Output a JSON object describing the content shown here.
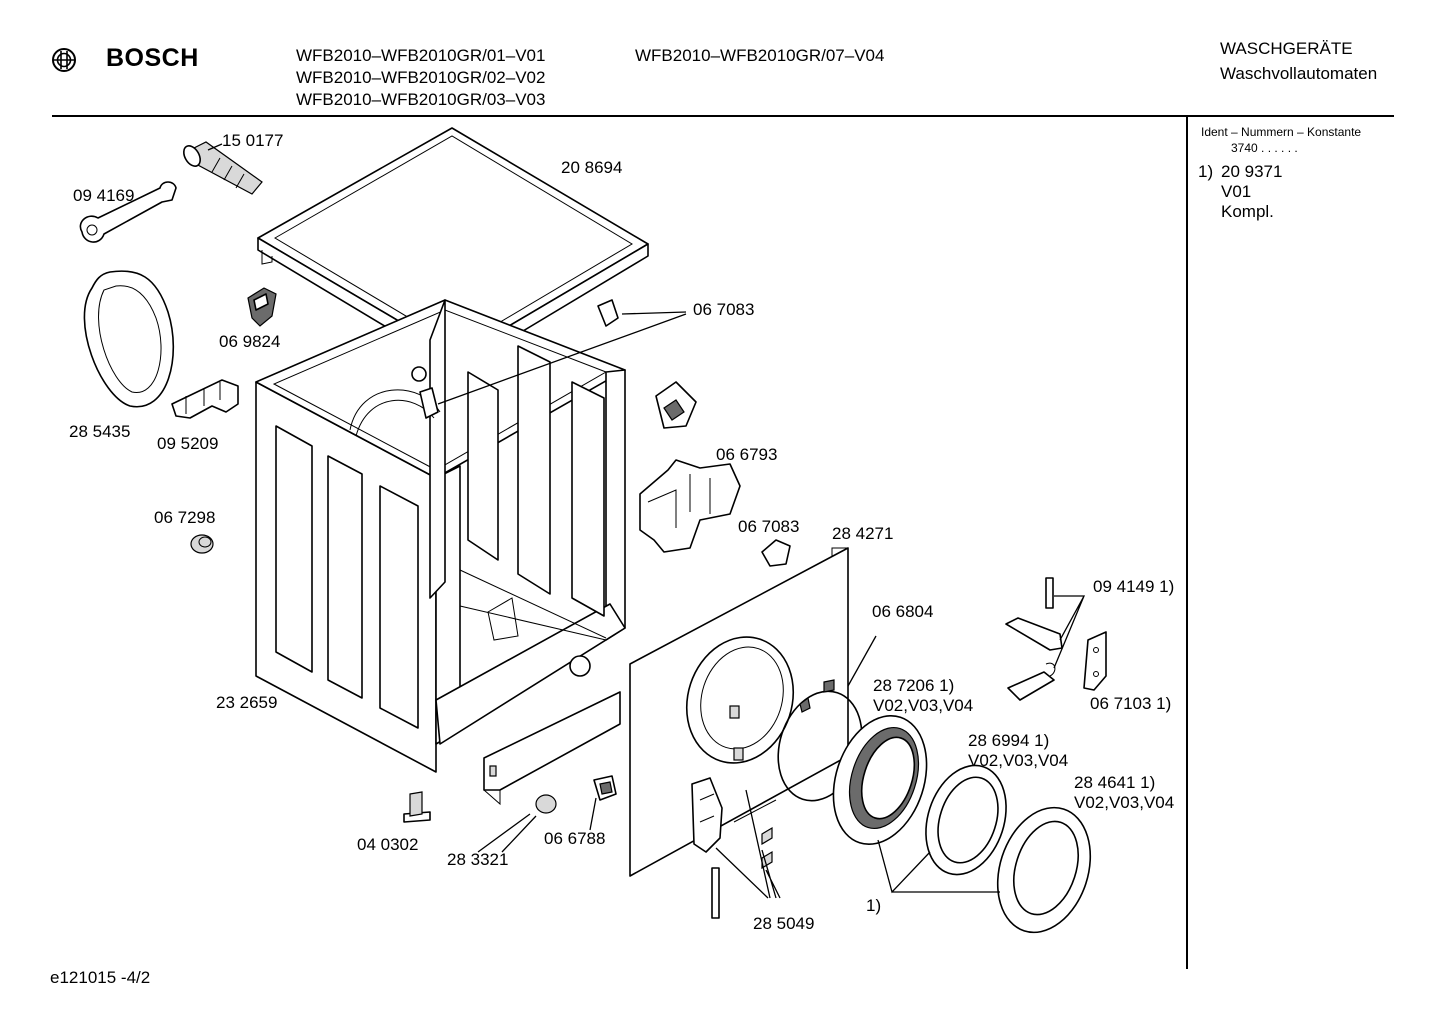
{
  "brand": {
    "name": "BOSCH"
  },
  "header": {
    "models": [
      "WFB2010–WFB2010GR/01–V01",
      "WFB2010–WFB2010GR/02–V02",
      "WFB2010–WFB2010GR/03–V03",
      "WFB2010–WFB2010GR/07–V04"
    ],
    "category": "WASCHGERÄTE",
    "subcategory": "Waschvollautomaten"
  },
  "sidebar": {
    "ident_title": "Ident – Nummern – Konstante",
    "ident_value": "3740  .  .   .  .  .  .",
    "note_marker": "1)",
    "note_number": "20 9371",
    "note_variant": "V01",
    "note_text": "Kompl."
  },
  "parts": {
    "p150177": "15 0177",
    "p208694": "20 8694",
    "p094169": "09 4169",
    "p069824": "06 9824",
    "p067083a": "06 7083",
    "p285435": "28 5435",
    "p095209": "09 5209",
    "p066793": "06 6793",
    "p067298": "06 7298",
    "p067083b": "06 7083",
    "p284271": "28 4271",
    "p094149": "09 4149 1)",
    "p066804": "06 6804",
    "p287206": "28 7206 1)",
    "p287206v": "V02,V03,V04",
    "p067103": "06 7103 1)",
    "p232659": "23 2659",
    "p286994": "28 6994 1)",
    "p286994v": "V02,V03,V04",
    "p284641": "28 4641 1)",
    "p284641v": "V02,V03,V04",
    "p040302": "04 0302",
    "p283321": "28 3321",
    "p066788": "06 6788",
    "p285049": "28 5049",
    "note1": "1)"
  },
  "footer": {
    "code": "e121015   -4/2"
  }
}
